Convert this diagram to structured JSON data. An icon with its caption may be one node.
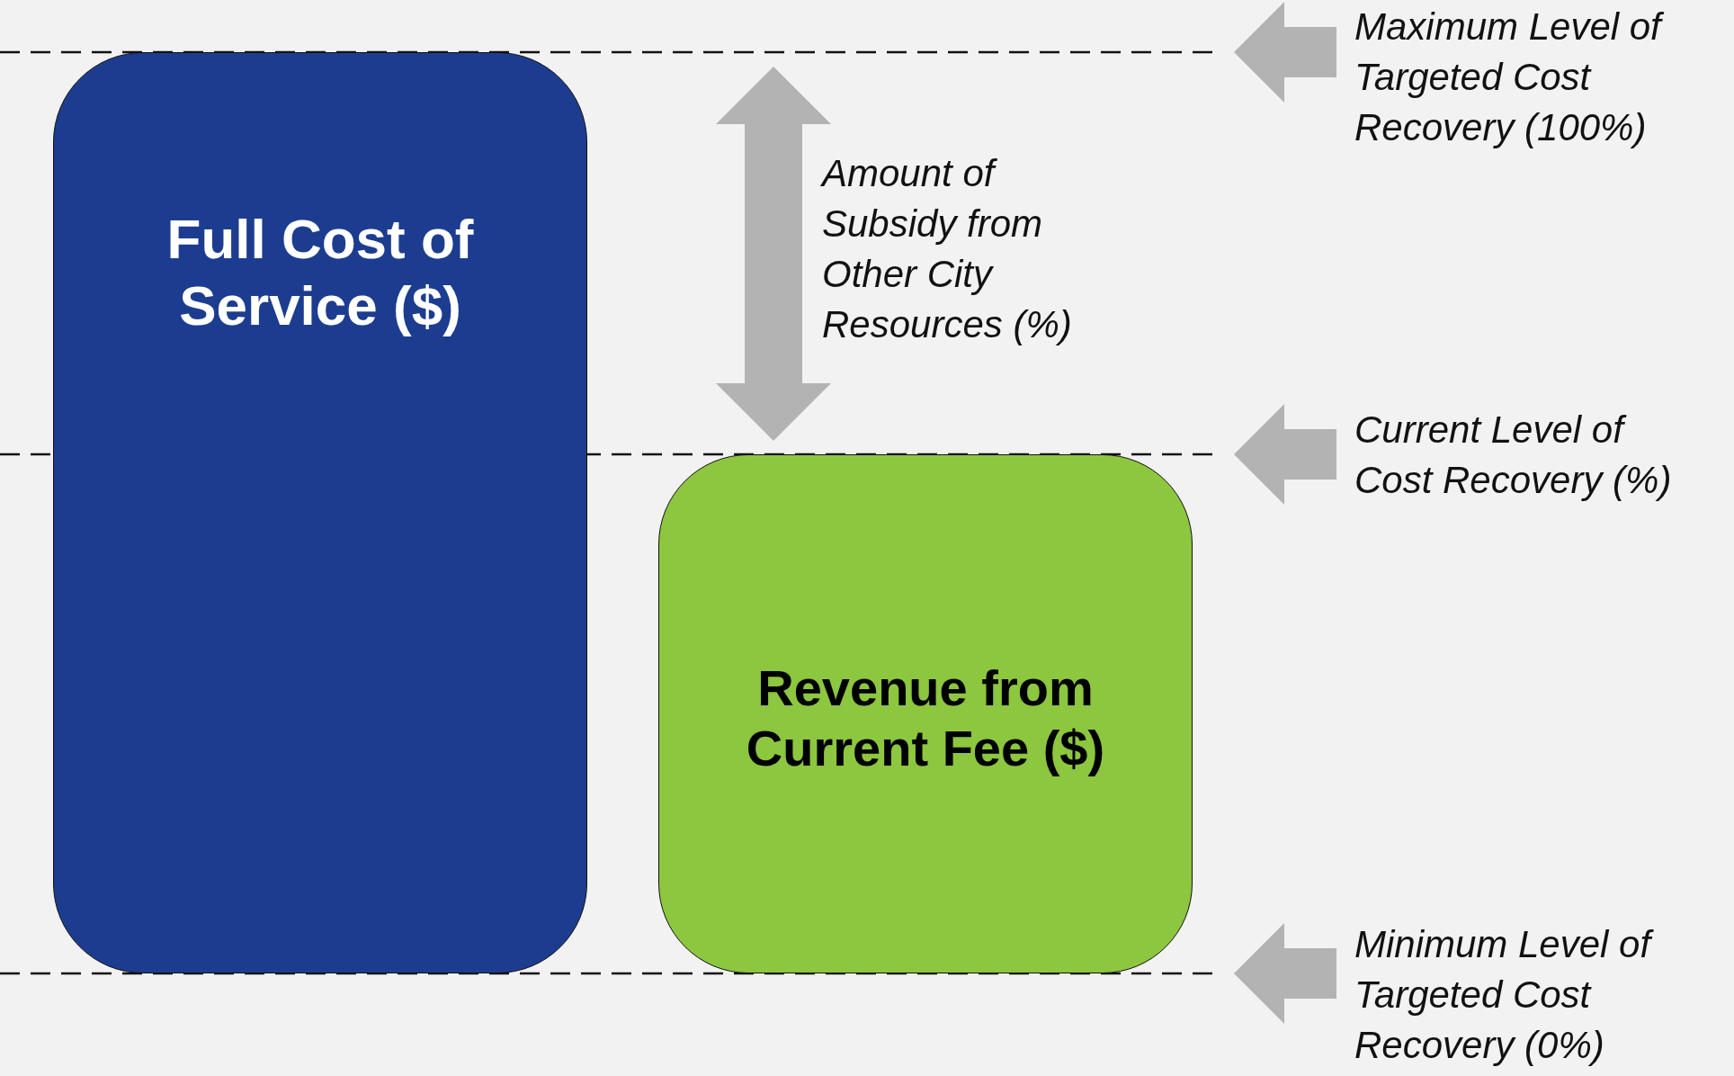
{
  "diagram": {
    "nodes": [
      {
        "text": [
          "Full Cost of Service ($)"
        ]
      },
      {
        "text": [
          "Revenue from Current Fee ($)"
        ]
      }
    ],
    "labels": [
      "Maximum Level of Targeted Cost Recovery (100%)",
      "Amount of Subsidy from Other City Resources (%)",
      "Current Level of Cost Recovery (%)",
      "Minimum Level of Targeted Cost Recovery (0%)"
    ]
  }
}
